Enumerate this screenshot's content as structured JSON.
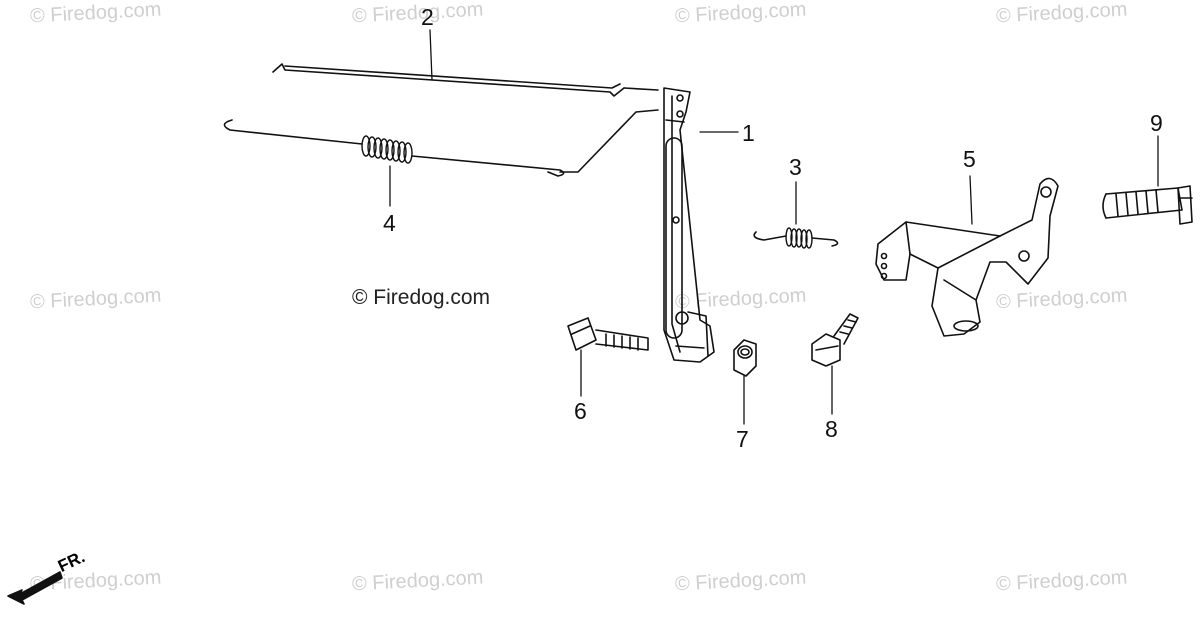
{
  "watermarks": {
    "text": "© Firedog.com",
    "center_text": "© Firedog.com"
  },
  "callouts": {
    "c1": "1",
    "c2": "2",
    "c3": "3",
    "c4": "4",
    "c5": "5",
    "c6": "6",
    "c7": "7",
    "c8": "8",
    "c9": "9"
  },
  "direction": {
    "label": "FR."
  },
  "colors": {
    "line": "#111111",
    "watermark": "#cfcfcf"
  }
}
